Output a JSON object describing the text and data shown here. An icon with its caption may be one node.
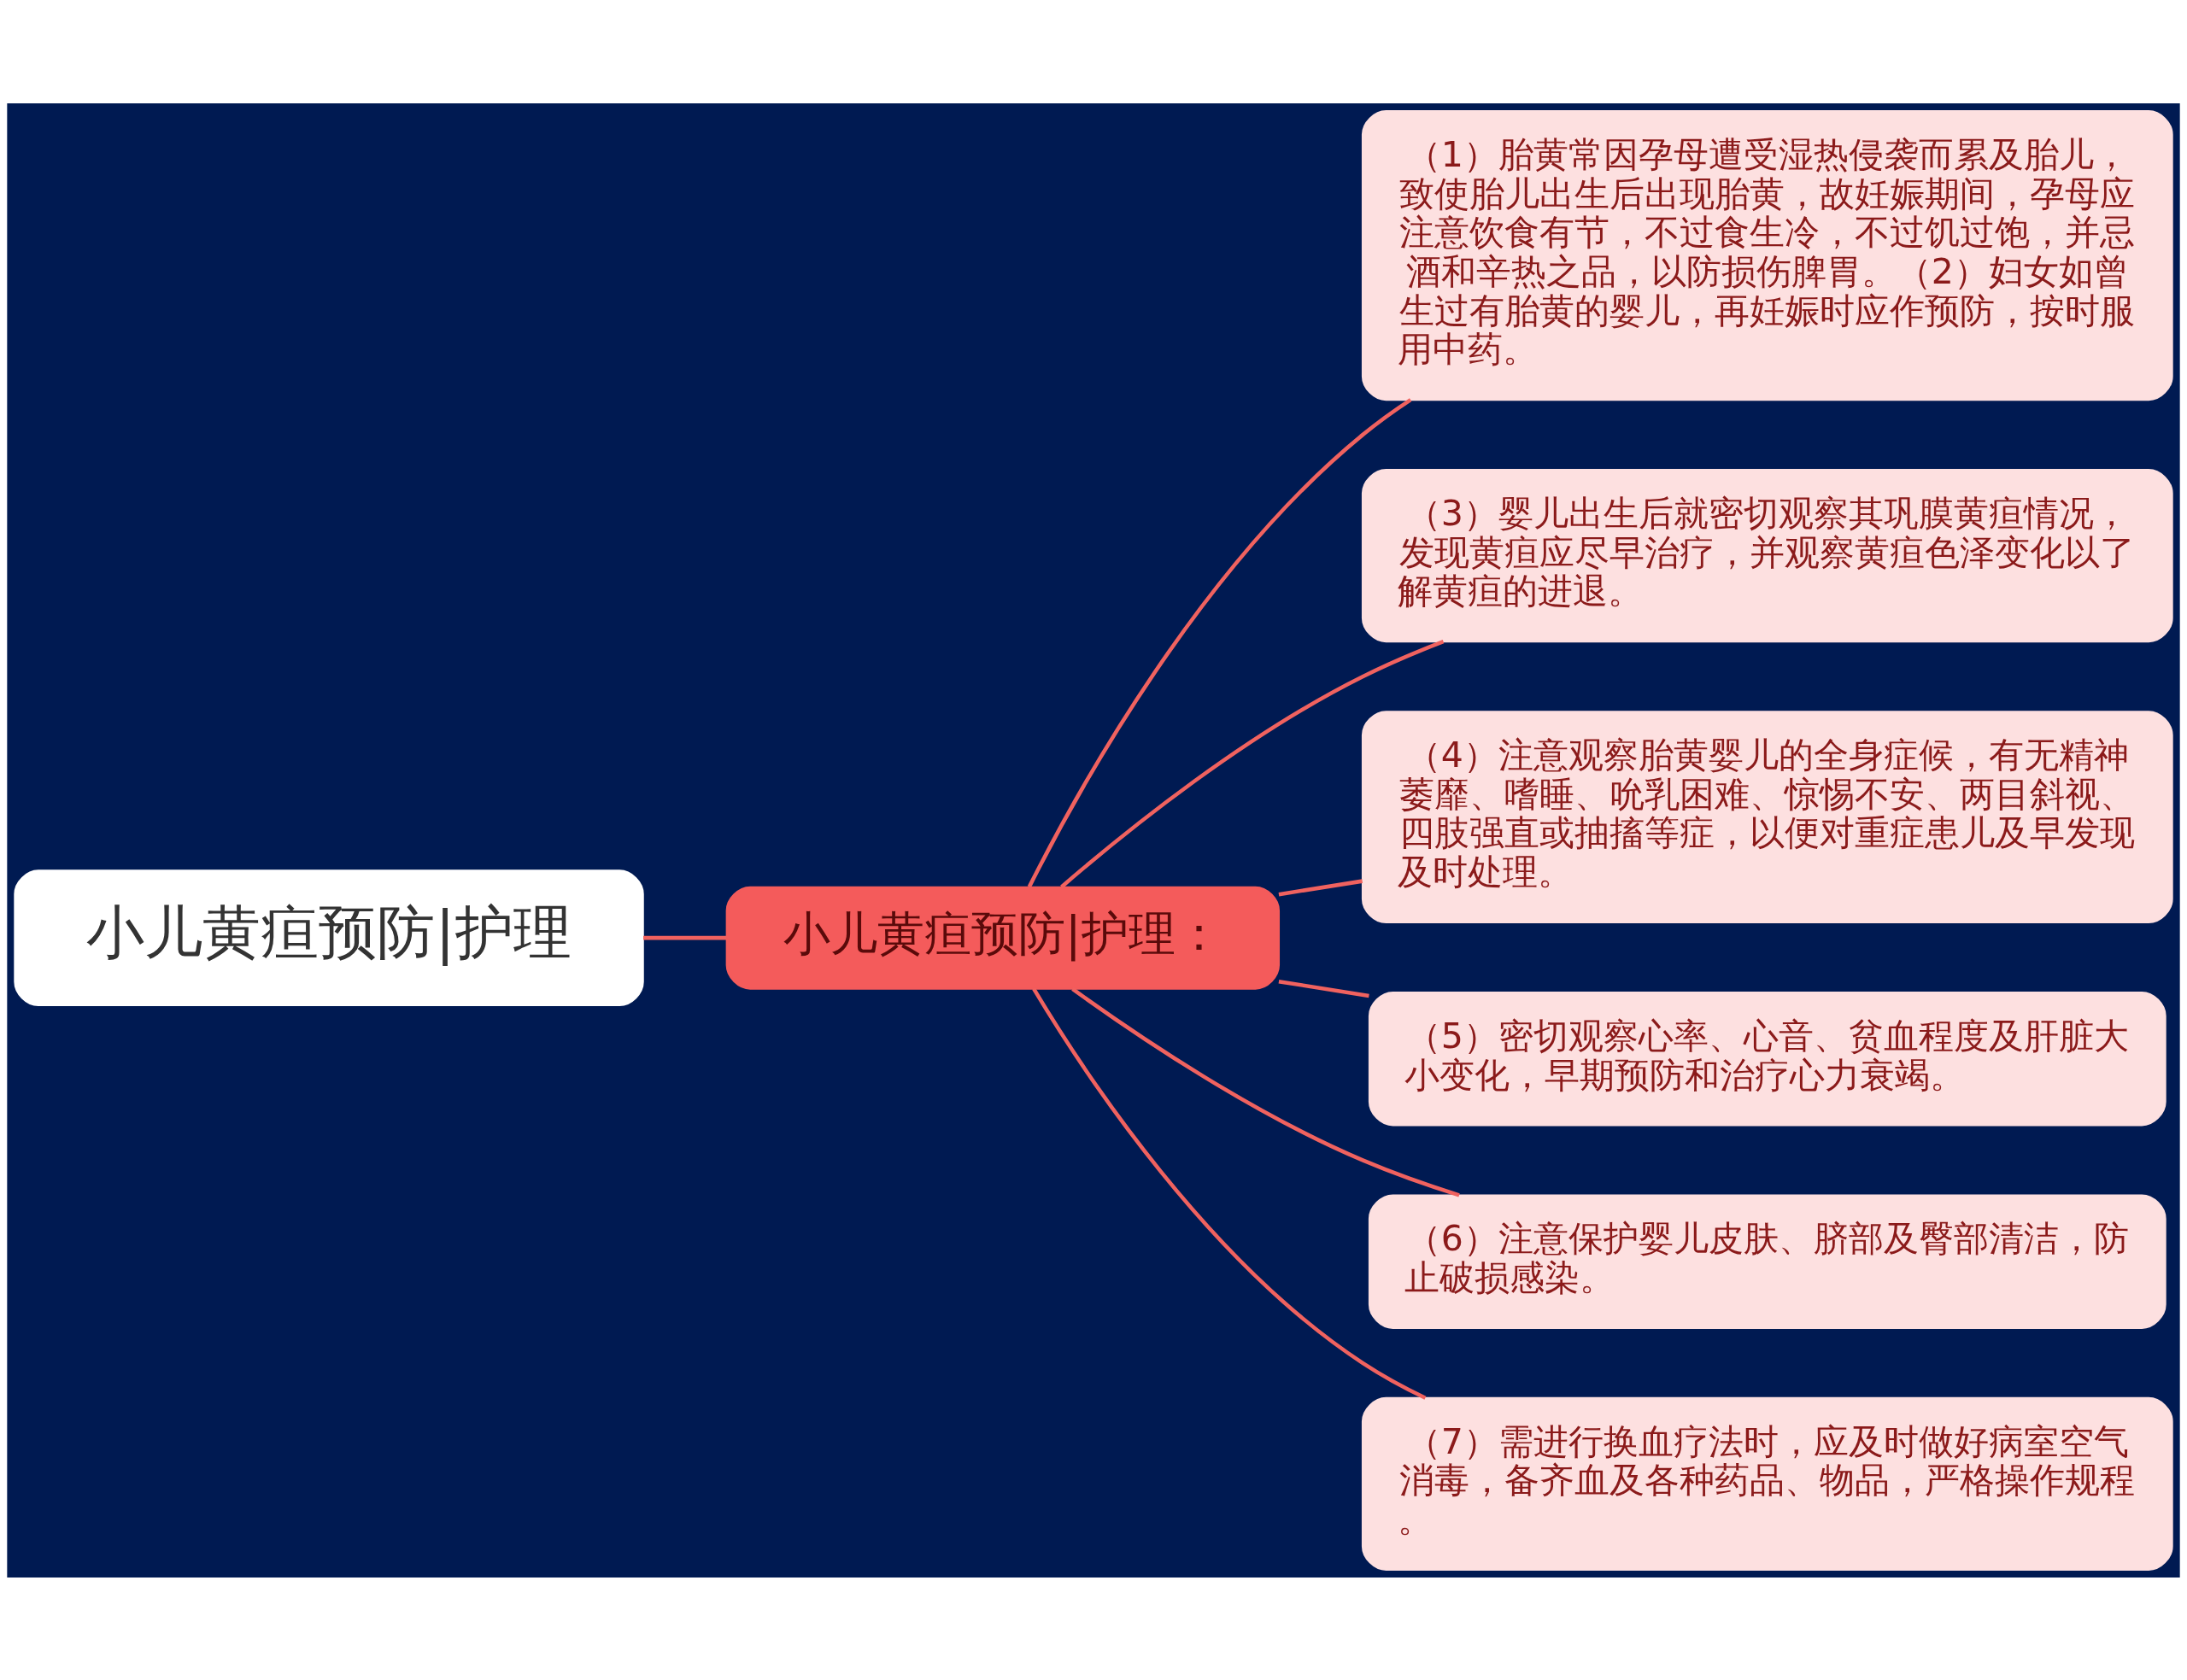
{
  "diagram": {
    "nodes": [
      {
        "text": [
          "小儿黄疸预防|护理"
        ]
      },
      {
        "text": [
          "小儿黄疸预防|护理："
        ]
      },
      {
        "text": [
          "（1）胎黄常因孕母遭受湿热侵袭而累及胎儿，致使胎儿出生后出现胎黄，故妊娠期间，孕母应注意饮食有节，不过食生冷，不过饥过饱，并忌酒和辛热之品，以防损伤脾胃。（2）妇女如曾生过有胎黄的婴儿，再妊娠时应作预防，按时服用中药。"
        ]
      },
      {
        "text": [
          "（3）婴儿出生后就密切观察其巩膜黄疸情况，发现黄疸应尽早治疗，并观察黄疸色泽变化以了解黄疸的进退。"
        ]
      },
      {
        "text": [
          "（4）注意观察胎黄婴儿的全身症候，有无精神萎靡、嗜睡、吮乳困难、惊惕不安、两目斜视、四肢强直或抽搐等症，以便对重症患儿及早发现及时处理。"
        ]
      },
      {
        "text": [
          "（5）密切观察心率、心音、贫血程度及肝脏大小变化，早期预防和治疗心力衰竭。"
        ]
      },
      {
        "text": [
          "（6）注意保护婴儿皮肤、脐部及臀部清洁，防止破损感染。"
        ]
      },
      {
        "text": [
          "（7）需进行换血疗法时，应及时做好病室空气消毒，备齐血及各种药品、物品，严格操作规程。"
        ]
      }
    ],
    "edges": [
      {
        "from": 0,
        "to": 1,
        "arrow": "none"
      },
      {
        "from": 1,
        "to": 2,
        "arrow": "none"
      },
      {
        "from": 1,
        "to": 3,
        "arrow": "none"
      },
      {
        "from": 1,
        "to": 4,
        "arrow": "none"
      },
      {
        "from": 1,
        "to": 5,
        "arrow": "none"
      },
      {
        "from": 1,
        "to": 6,
        "arrow": "none"
      },
      {
        "from": 1,
        "to": 7,
        "arrow": "none"
      }
    ]
  }
}
